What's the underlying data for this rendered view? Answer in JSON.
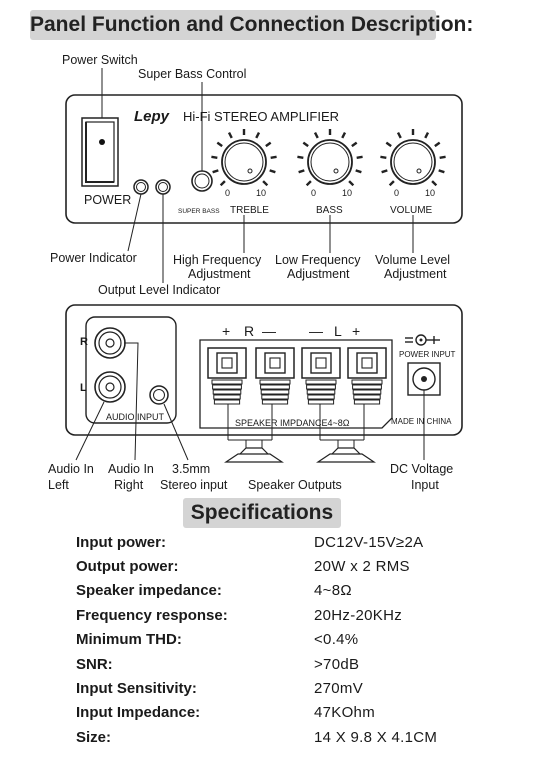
{
  "header": {
    "title": "Panel Function and Connection Description:"
  },
  "front_panel": {
    "brand": "Lepy",
    "model": "Hi-Fi STEREO AMPLIFIER",
    "power_label": "POWER",
    "super_bass_label": "SUPER BASS",
    "treble_label": "TREBLE",
    "bass_label": "BASS",
    "volume_label": "VOLUME",
    "scale_min": "0",
    "scale_max": "10"
  },
  "front_callouts": {
    "power_switch": "Power Switch",
    "super_bass_control": "Super Bass Control",
    "power_indicator": "Power Indicator",
    "output_level_indicator": "Output Level Indicator",
    "high_freq_1": "High Frequency",
    "high_freq_2": "Adjustment",
    "low_freq_1": "Low Frequency",
    "low_freq_2": "Adjustment",
    "volume_1": "Volume Level",
    "volume_2": "Adjustment"
  },
  "back_panel": {
    "r_label": "R",
    "l_label": "L",
    "audio_input_label": "AUDIO INPUT",
    "plus_left": "+",
    "r_header": "R",
    "minus_left": "—",
    "minus_right": "—",
    "l_header": "L",
    "plus_right": "+",
    "impedance_label": "SPEAKER IMPDANCE4~8Ω",
    "power_input_label": "POWER INPUT",
    "made_in": "MADE IN CHINA"
  },
  "back_callouts": {
    "audio_in_left_1": "Audio In",
    "audio_in_left_2": "Left",
    "audio_in_right_1": "Audio In",
    "audio_in_right_2": "Right",
    "stereo_1": "3.5mm",
    "stereo_2": "Stereo input",
    "speaker_outputs": "Speaker Outputs",
    "dc_1": "DC Voltage",
    "dc_2": "Input"
  },
  "specifications": {
    "title": "Specifications",
    "rows": [
      {
        "name": "Input power:",
        "value": "DC12V-15V≥2A"
      },
      {
        "name": "Output power:",
        "value": "20W x 2 RMS"
      },
      {
        "name": "Speaker impedance:",
        "value": "4~8Ω"
      },
      {
        "name": "Frequency response:",
        "value": "20Hz-20KHz"
      },
      {
        "name": "Minimum THD:",
        "value": "<0.4%"
      },
      {
        "name": "SNR:",
        "value": ">70dB"
      },
      {
        "name": "Input Sensitivity:",
        "value": "270mV"
      },
      {
        "name": "Input Impedance:",
        "value": "47KOhm"
      },
      {
        "name": "Size:",
        "value": "14 X 9.8 X 4.1CM"
      }
    ]
  }
}
